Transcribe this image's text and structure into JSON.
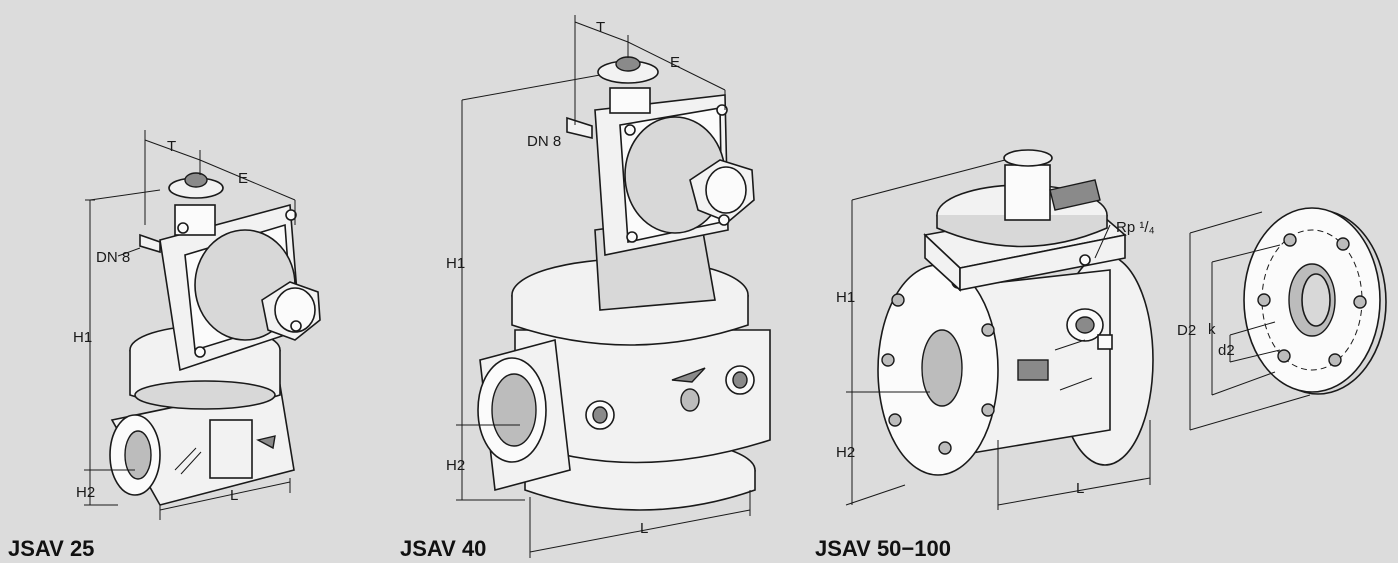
{
  "figures": [
    {
      "title": "JSAV 25",
      "labels": {
        "t": "T",
        "e": "E",
        "dn": "DN 8",
        "h1": "H1",
        "h2": "H2",
        "l": "L"
      }
    },
    {
      "title": "JSAV 40",
      "labels": {
        "t": "T",
        "e": "E",
        "dn": "DN 8",
        "h1": "H1",
        "h2": "H2",
        "l": "L"
      }
    },
    {
      "title": "JSAV 50−100",
      "labels": {
        "rp": "Rp ¹/₄",
        "h1": "H1",
        "h2": "H2",
        "l": "L",
        "d2_outer": "D2",
        "k": "k",
        "d2_inner": "d2"
      }
    }
  ]
}
